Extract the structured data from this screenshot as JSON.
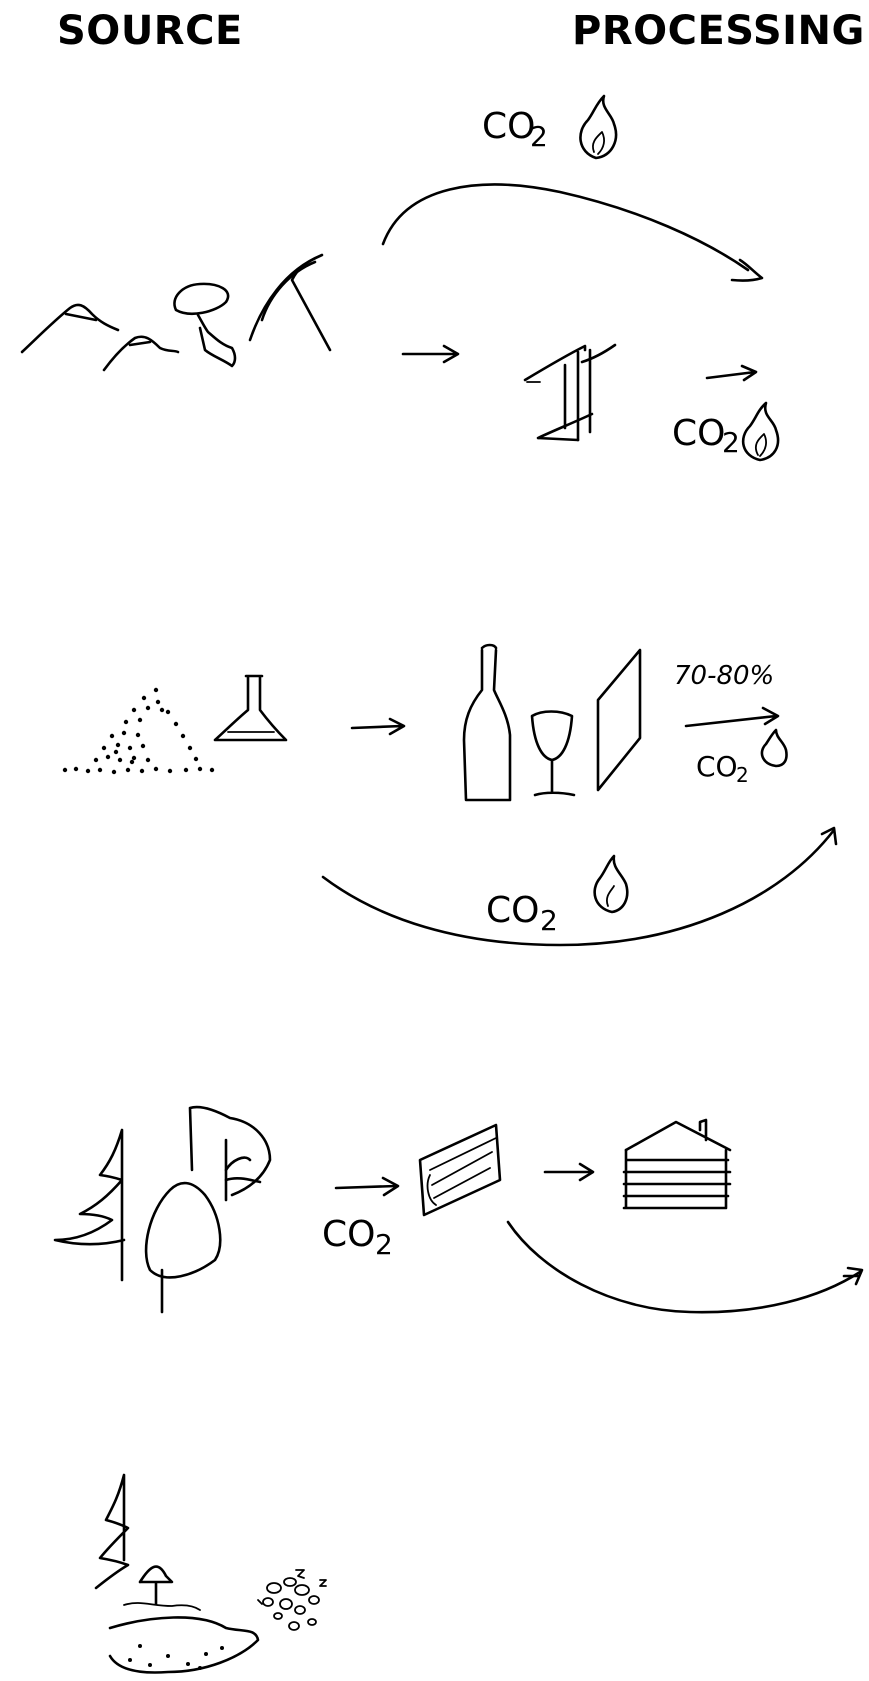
{
  "header": {
    "source": "SOURCE",
    "processing": "PROCESSING"
  },
  "row_mining": {
    "co2_top": "CO",
    "co2_top_sub": "2",
    "co2_side": "CO",
    "co2_side_sub": "2"
  },
  "row_glass": {
    "percent": "70-80%",
    "co2_top": "CO",
    "co2_top_sub": "2",
    "co2_bottom": "CO",
    "co2_bottom_sub": "2"
  },
  "row_wood": {
    "co2": "CO",
    "co2_sub": "2"
  },
  "icons": [
    "mountain-icon",
    "rock-icon",
    "pickaxe-icon",
    "steel-beam-icon",
    "flame-icon",
    "sand-pile-icon",
    "flask-icon",
    "bottle-icon",
    "wine-glass-icon",
    "glass-pane-icon",
    "trees-icon",
    "timber-board-icon",
    "house-icon",
    "forest-floor-icon",
    "soil-particles-icon"
  ]
}
